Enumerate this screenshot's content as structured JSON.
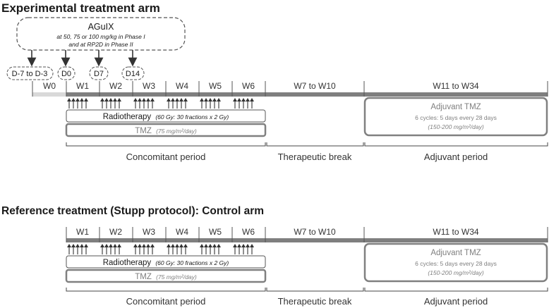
{
  "experimental": {
    "title": "Experimental treatment arm",
    "agent": {
      "name": "AGuIX",
      "line1": "at 50, 75 or 100 mg/kg in Phase I",
      "line2": "and at RP2D in Phase II"
    },
    "dose_days": [
      "D-7 to D-3",
      "D0",
      "D7",
      "D14"
    ],
    "weeks": [
      "W0",
      "W1",
      "W2",
      "W3",
      "W4",
      "W5",
      "W6",
      "W7 to W10",
      "W11 to W34"
    ],
    "radiotherapy": {
      "label": "Radiotherapy",
      "detail": "(60 Gy: 30 fractions x 2 Gy)"
    },
    "tmz": {
      "label": "TMZ",
      "detail": "(75 mg/m²/day)"
    },
    "adjuvant": {
      "title": "Adjuvant TMZ",
      "line1": "6 cycles: 5 days every 28 days",
      "line2": "(150-200 mg/m²/day)"
    },
    "periods": [
      "Concomitant period",
      "Therapeutic break",
      "Adjuvant period"
    ]
  },
  "reference": {
    "title": "Reference treatment (Stupp protocol): Control arm",
    "weeks": [
      "W1",
      "W2",
      "W3",
      "W4",
      "W5",
      "W6",
      "W7 to W10",
      "W11 to W34"
    ],
    "radiotherapy": {
      "label": "Radiotherapy",
      "detail": "(60 Gy: 30 fractions x 2 Gy)"
    },
    "tmz": {
      "label": "TMZ",
      "detail": "(75 mg/m²/day)"
    },
    "adjuvant": {
      "title": "Adjuvant TMZ",
      "line1": "6 cycles: 5 days every 28 days",
      "line2": "(150-200 mg/m²/day)"
    },
    "periods": [
      "Concomitant period",
      "Therapeutic break",
      "Adjuvant period"
    ]
  },
  "colors": {
    "timeline_dark": "#7f7f7f",
    "timeline_light": "#d9d9d9",
    "box_border": "#808080",
    "text_dark": "#1a1a1a",
    "text_grey": "#7f7f7f",
    "arrow": "#333333"
  }
}
